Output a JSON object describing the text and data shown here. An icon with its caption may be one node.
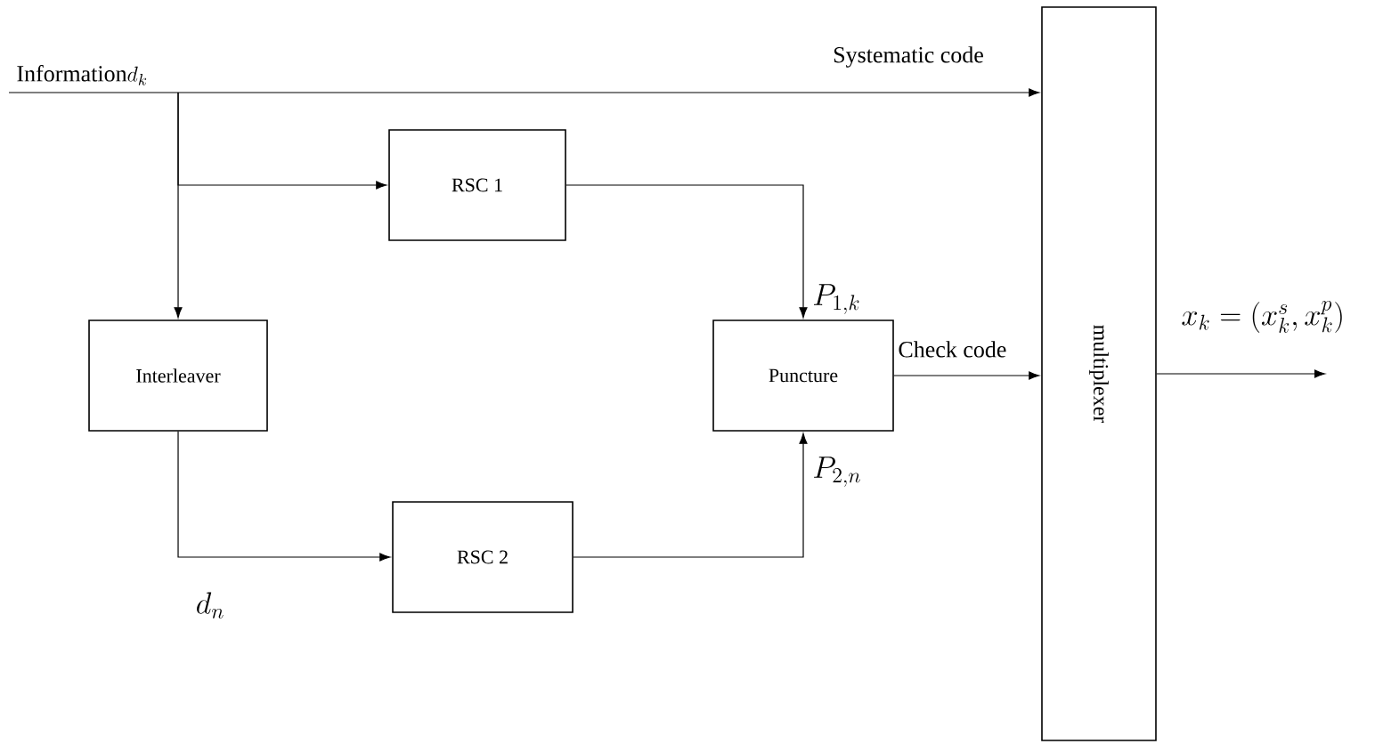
{
  "diagram": {
    "nodes": [
      {
        "text": [
          "Information",
          "d_{k}"
        ]
      },
      {
        "text": [
          "RSC 1"
        ]
      },
      {
        "text": [
          "Interleaver"
        ]
      },
      {
        "text": [
          "Puncture"
        ]
      },
      {
        "text": [
          "RSC 2"
        ]
      },
      {
        "text": [
          "multiplexer"
        ]
      }
    ],
    "edges": [
      {
        "from": 0,
        "to": 5,
        "arrow": "to",
        "label": "Systematic code"
      },
      {
        "from": 0,
        "to": 1,
        "arrow": "to"
      },
      {
        "from": 0,
        "to": 2,
        "arrow": "to"
      },
      {
        "from": 1,
        "to": 3,
        "arrow": "to",
        "label": "P_{1,k}"
      },
      {
        "from": 2,
        "to": 4,
        "arrow": "to",
        "label": "d_{n}"
      },
      {
        "from": 4,
        "to": 3,
        "arrow": "to",
        "label": "P_{2,n}"
      },
      {
        "from": 3,
        "to": 5,
        "arrow": "to",
        "label": "Check code"
      },
      {
        "from": 5,
        "to": null,
        "arrow": "to",
        "label": "x_{k} =(x_{k}^{s}, x_{k}^{p})"
      }
    ]
  }
}
